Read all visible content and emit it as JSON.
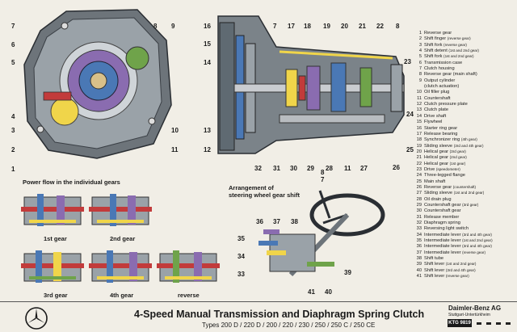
{
  "colors": {
    "background": "#f1eee6",
    "housing": "#6d747a",
    "gear_blue": "#4a78b5",
    "gear_yellow": "#f0d54a",
    "gear_purple": "#8a6cb0",
    "shaft_red": "#c23b3b",
    "shaft_green": "#6fa34a"
  },
  "callouts_front": [
    "7",
    "6",
    "5",
    "4",
    "3",
    "2",
    "1",
    "8",
    "9",
    "10",
    "11"
  ],
  "callouts_section_top": [
    "16",
    "15",
    "14",
    "7",
    "17",
    "18",
    "19",
    "20",
    "21",
    "22",
    "8",
    "23"
  ],
  "callouts_section_side": [
    "13",
    "12",
    "24",
    "25",
    "26"
  ],
  "callouts_section_bottom": [
    "32",
    "31",
    "30",
    "29",
    "28",
    "11",
    "27"
  ],
  "callouts_shift": [
    "36",
    "37",
    "38",
    "35",
    "34",
    "33",
    "41",
    "40",
    "39"
  ],
  "shift_small_labels": [
    "7",
    "8"
  ],
  "power_flow_title": "Power flow in the individual gears",
  "gear_captions": [
    "1st gear",
    "2nd gear",
    "3rd gear",
    "4th gear",
    "reverse"
  ],
  "shift_title_line1": "Arrangement of",
  "shift_title_line2": "steering wheel gear shift",
  "legend": [
    {
      "n": "1",
      "text": "Reverse gear",
      "sub": ""
    },
    {
      "n": "2",
      "text": "Shift finger",
      "sub": "(reverse gear)"
    },
    {
      "n": "3",
      "text": "Shift fork",
      "sub": "(reverse gear)"
    },
    {
      "n": "4",
      "text": "Shift detent",
      "sub": "(1st and 2nd gear)"
    },
    {
      "n": "5",
      "text": "Shift fork",
      "sub": "(1st and 2nd gear)"
    },
    {
      "n": "6",
      "text": "Transmission case",
      "sub": ""
    },
    {
      "n": "7",
      "text": "Clutch housing",
      "sub": ""
    },
    {
      "n": "8",
      "text": "Reverse gear (main shaft)",
      "sub": ""
    },
    {
      "n": "9",
      "text": "Output cylinder",
      "sub": ""
    },
    {
      "n": "",
      "text": "(clutch actuation)",
      "sub": ""
    },
    {
      "n": "10",
      "text": "Oil filler plug",
      "sub": ""
    },
    {
      "n": "11",
      "text": "Countershaft",
      "sub": ""
    },
    {
      "n": "12",
      "text": "Clutch pressure plate",
      "sub": ""
    },
    {
      "n": "13",
      "text": "Clutch plate",
      "sub": ""
    },
    {
      "n": "14",
      "text": "Drive shaft",
      "sub": ""
    },
    {
      "n": "15",
      "text": "Flywheel",
      "sub": ""
    },
    {
      "n": "16",
      "text": "Starter ring gear",
      "sub": ""
    },
    {
      "n": "17",
      "text": "Release bearing",
      "sub": ""
    },
    {
      "n": "18",
      "text": "Synchronizer ring",
      "sub": "(4th gear)"
    },
    {
      "n": "19",
      "text": "Sliding sleeve",
      "sub": "(3rd and 4th gear)"
    },
    {
      "n": "20",
      "text": "Helical gear",
      "sub": "(3rd gear)"
    },
    {
      "n": "21",
      "text": "Helical gear",
      "sub": "(2nd gear)"
    },
    {
      "n": "22",
      "text": "Helical gear",
      "sub": "(1st gear)"
    },
    {
      "n": "23",
      "text": "Drive",
      "sub": "(speedometer)"
    },
    {
      "n": "24",
      "text": "Three-legged flange",
      "sub": ""
    },
    {
      "n": "25",
      "text": "Main shaft",
      "sub": ""
    },
    {
      "n": "26",
      "text": "Reverse gear",
      "sub": "(countershaft)"
    },
    {
      "n": "27",
      "text": "Sliding sleeve",
      "sub": "(1st and 2nd gear)"
    },
    {
      "n": "28",
      "text": "Oil drain plug",
      "sub": ""
    },
    {
      "n": "29",
      "text": "Countershaft gear",
      "sub": "(3rd gear)"
    },
    {
      "n": "30",
      "text": "Countershaft gear",
      "sub": ""
    },
    {
      "n": "31",
      "text": "Release member",
      "sub": ""
    },
    {
      "n": "32",
      "text": "Diaphragm spring",
      "sub": ""
    },
    {
      "n": "33",
      "text": "Reversing light switch",
      "sub": ""
    },
    {
      "n": "34",
      "text": "Intermediate lever",
      "sub": "(3rd and 4th gear)"
    },
    {
      "n": "35",
      "text": "Intermediate lever",
      "sub": "(1st and 2nd gear)"
    },
    {
      "n": "36",
      "text": "Intermediate lever",
      "sub": "(3rd and 4th gear)"
    },
    {
      "n": "37",
      "text": "Intermediate lever",
      "sub": "(reverse gear)"
    },
    {
      "n": "38",
      "text": "Shift tube",
      "sub": ""
    },
    {
      "n": "39",
      "text": "Shift lever",
      "sub": "(1st and 2nd gear)"
    },
    {
      "n": "40",
      "text": "Shift lever",
      "sub": "(3rd and 4th gear)"
    },
    {
      "n": "41",
      "text": "Shift lever",
      "sub": "(reverse gear)"
    }
  ],
  "footer": {
    "title": "4-Speed Manual Transmission and Diaphragm Spring Clutch",
    "types": "Types 200 D / 220 D / 200 / 220 / 230 / 250 / 250 C / 250 CE",
    "maker": "Daimler-Benz AG",
    "maker_sub": "Stuttgart-Untertürkheim",
    "code": "KTG 9819"
  },
  "logo_icon": "mercedes-star-icon"
}
